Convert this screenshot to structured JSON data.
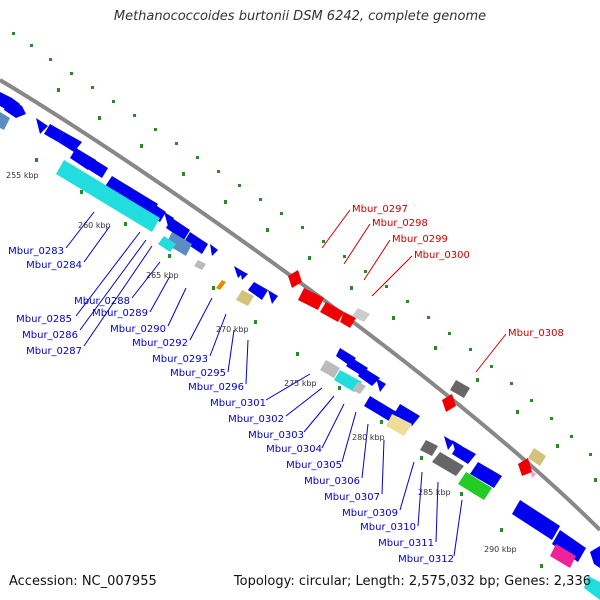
{
  "title": "Methanococcoides burtonii DSM 6242, complete genome",
  "footer": {
    "accession": "Accession: NC_007955",
    "stats": "Topology: circular; Length: 2,575,032 bp; Genes: 2,336"
  },
  "colors": {
    "forward_genes": "#0000ee",
    "highlighted_genes": "#ee0000",
    "backbone": "#888888",
    "ruler_dots": "#2a8a2a",
    "label_blue": "#0000cc",
    "label_red": "#cc0000"
  },
  "ruler_ticks": [
    "255 kbp",
    "260 kbp",
    "265 kbp",
    "270 kbp",
    "275 kbp",
    "280 kbp",
    "285 kbp",
    "290 kbp"
  ],
  "gene_labels_blue": [
    "Mbur_0283",
    "Mbur_0284",
    "Mbur_0285",
    "Mbur_0286",
    "Mbur_0287",
    "Mbur_0288",
    "Mbur_0289",
    "Mbur_0290",
    "Mbur_0292",
    "Mbur_0293",
    "Mbur_0295",
    "Mbur_0296",
    "Mbur_0301",
    "Mbur_0302",
    "Mbur_0303",
    "Mbur_0304",
    "Mbur_0305",
    "Mbur_0306",
    "Mbur_0307",
    "Mbur_0309",
    "Mbur_0310",
    "Mbur_0311",
    "Mbur_0312"
  ],
  "gene_labels_red": [
    "Mbur_0297",
    "Mbur_0298",
    "Mbur_0299",
    "Mbur_0300",
    "Mbur_0308"
  ]
}
